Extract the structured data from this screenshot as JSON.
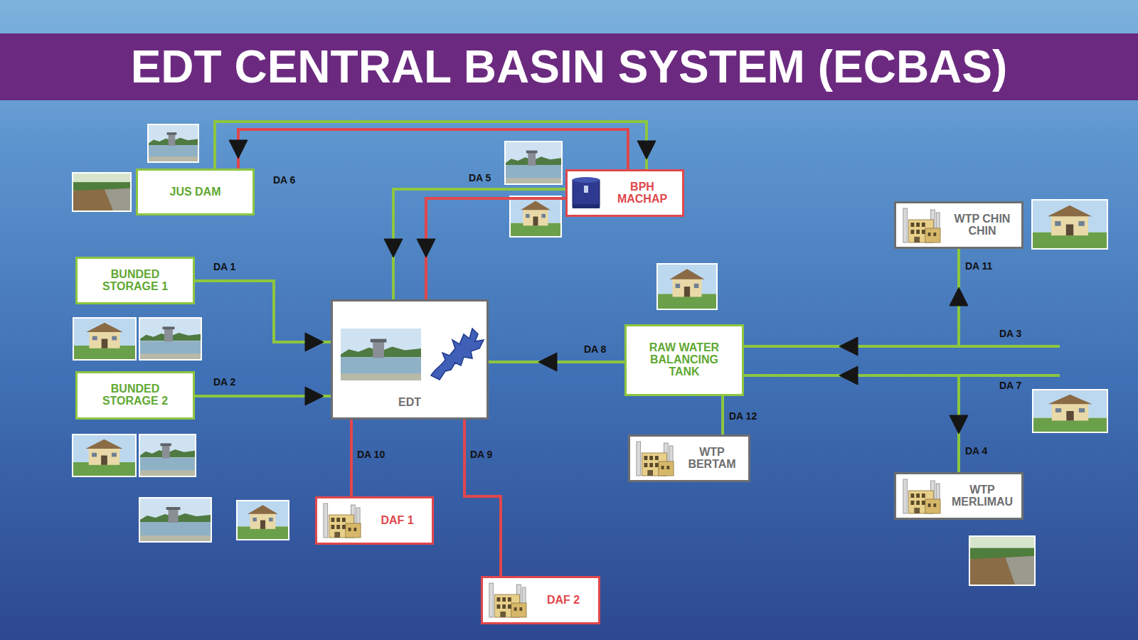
{
  "diagram": {
    "title": "EDT CENTRAL BASIN SYSTEM (ECBAS)",
    "nodes": [
      {
        "text": [
          "JUS DAM"
        ]
      },
      {
        "text": [
          "BPH MACHAP"
        ]
      },
      {
        "text": [
          "WTP CHIN CHIN"
        ]
      },
      {
        "text": [
          "BUNDED STORAGE 1"
        ]
      },
      {
        "text": [
          "EDT"
        ]
      },
      {
        "text": [
          "RAW WATER BALANCING TANK"
        ]
      },
      {
        "text": [
          "BUNDED STORAGE 2"
        ]
      },
      {
        "text": [
          "WTP BERTAM"
        ]
      },
      {
        "text": [
          "WTP MERLIMAU"
        ]
      },
      {
        "text": [
          "DAF 1"
        ]
      },
      {
        "text": [
          "DAF 2"
        ]
      }
    ],
    "edges": [
      {
        "from": 0,
        "to": 1,
        "arrow": "to"
      },
      {
        "from": 1,
        "to": 0,
        "arrow": "to"
      },
      {
        "from": 1,
        "to": 4,
        "arrow": "to"
      },
      {
        "from": 1,
        "to": 4,
        "arrow": "to"
      },
      {
        "from": 3,
        "to": 4,
        "label": "DA 1",
        "arrow": "to"
      },
      {
        "from": 6,
        "to": 4,
        "label": "DA 2",
        "arrow": "to"
      },
      {
        "from": 5,
        "to": 4,
        "label": "DA 8",
        "arrow": "to"
      },
      {
        "from": 5,
        "to": 7,
        "label": "DA 12",
        "arrow": "none"
      },
      {
        "from": 4,
        "to": 9,
        "label": "DA 10",
        "arrow": "none"
      },
      {
        "from": 4,
        "to": 10,
        "label": "DA 9",
        "arrow": "none"
      }
    ],
    "labels": [
      "DA 6",
      "DA 5",
      "DA 11",
      "DA 3",
      "DA 7",
      "DA 4"
    ]
  }
}
